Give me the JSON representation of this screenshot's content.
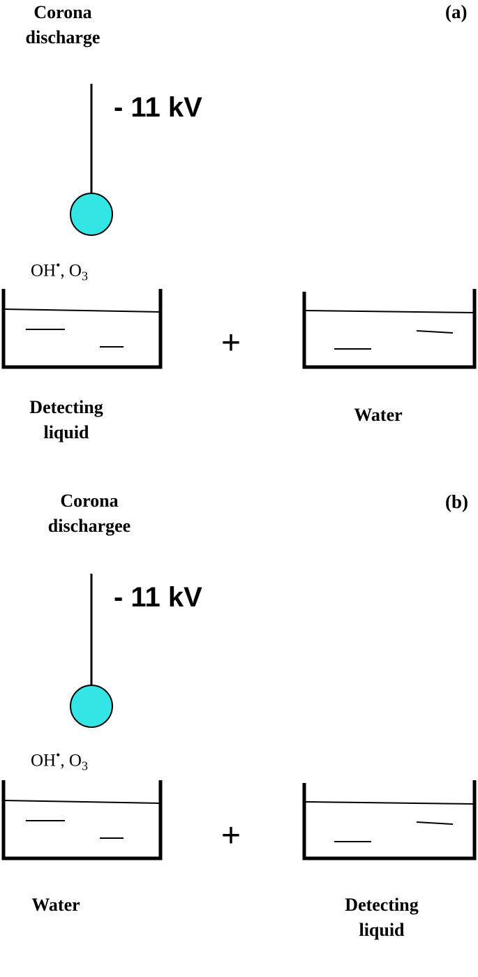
{
  "panels": [
    {
      "tag": "(a)",
      "source_label_line1": "Corona",
      "source_label_line2": "discharge",
      "voltage": "- 11 kV",
      "species_main": "OH",
      "species_sup": "•",
      "species_rest": ", O",
      "species_sub": "3",
      "plus": "+",
      "left_container_label_line1": "Detecting",
      "left_container_label_line2": "liquid",
      "right_container_label_line1": "Water",
      "right_container_label_line2": "",
      "electrode_color": "#33e5e5"
    },
    {
      "tag": "(b)",
      "source_label_line1": "Corona",
      "source_label_line2": "dischargee",
      "voltage": "- 11 kV",
      "species_main": "OH",
      "species_sup": "•",
      "species_rest": ", O",
      "species_sub": "3",
      "plus": "+",
      "left_container_label_line1": "Water",
      "left_container_label_line2": "",
      "right_container_label_line1": "Detecting",
      "right_container_label_line2": "liquid",
      "electrode_color": "#33e5e5"
    }
  ]
}
